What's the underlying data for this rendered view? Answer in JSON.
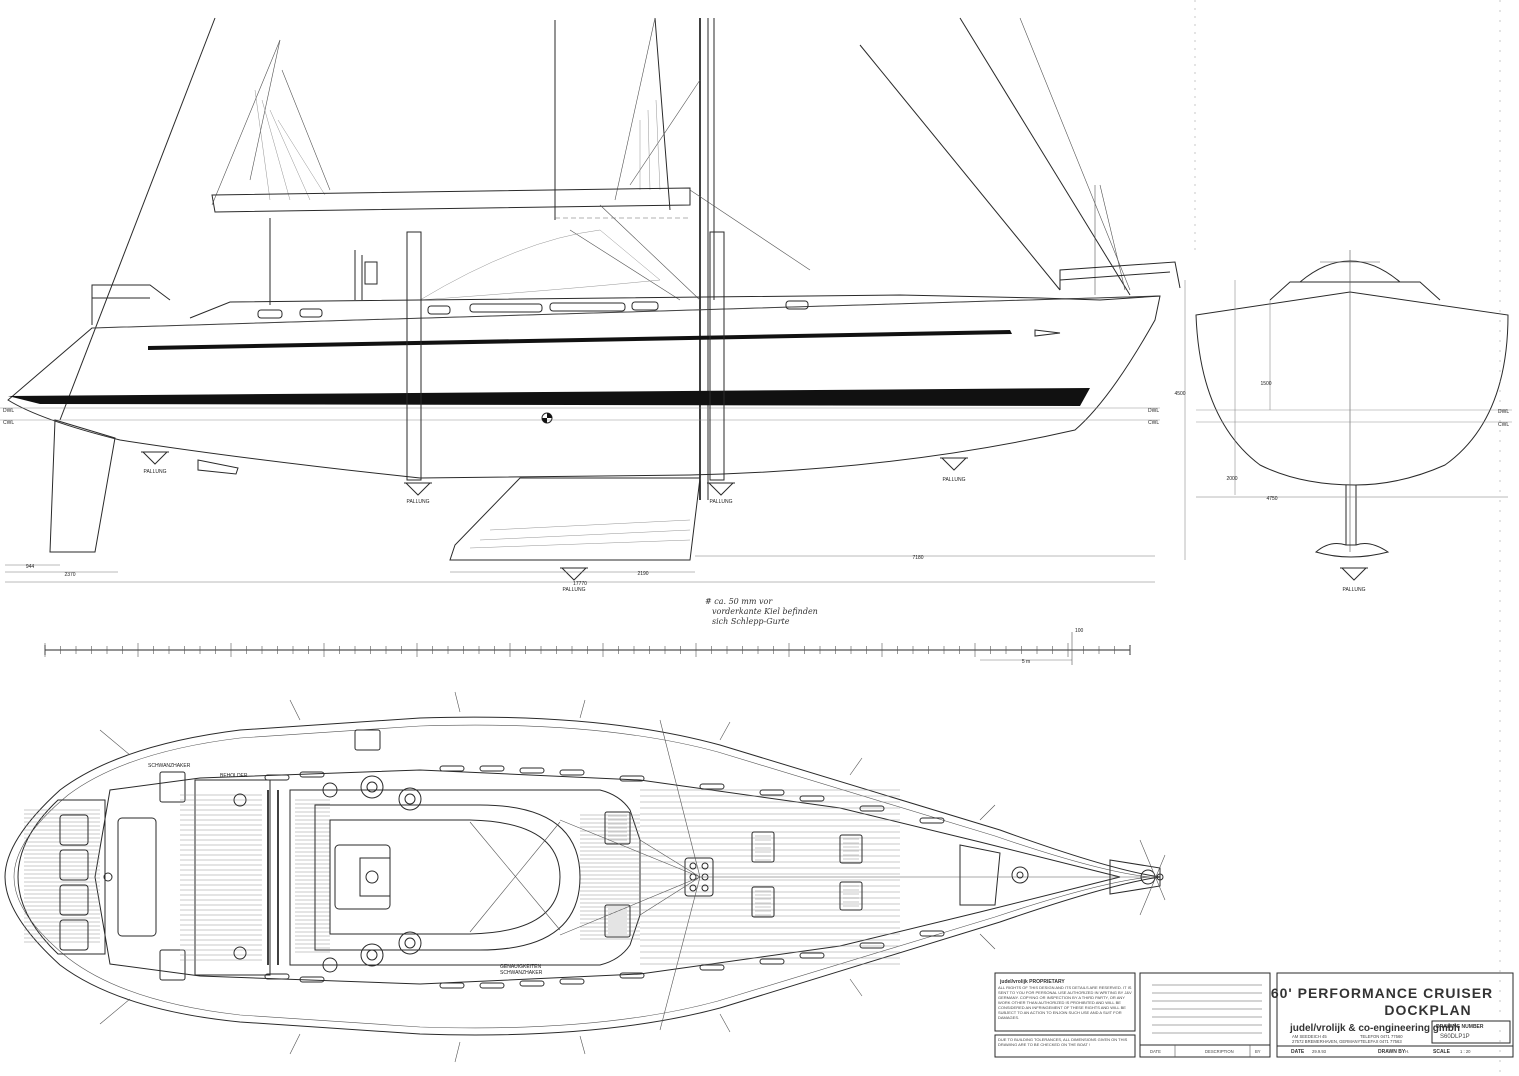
{
  "sheet": {
    "title_line1": "60' PERFORMANCE CRUISER",
    "title_line2": "DOCKPLAN",
    "company": "judel/vrolijk & co-engineering gmbh",
    "address": [
      "AM SEEDEICH 45",
      "27572 BREMERHAVEN, GERMANY"
    ],
    "phone": [
      "TELEFON 0471 77560",
      "TELEFAX 0471 77563"
    ],
    "drawing_number_label": "DRAWING NUMBER",
    "drawing_number": "S60DLP1P",
    "date_label": "DATE",
    "date": "29.9.93",
    "drawn_by_label": "DRAWN BY",
    "drawn_by": "H.",
    "scale_label": "SCALE",
    "scale": "1 : 20"
  },
  "proprietary": {
    "heading": "judel/vrolijk PROPRIETARY",
    "body": "ALL RIGHTS OF THIS DESIGN AND ITS DETAILS ARE RESERVED. IT IS SENT TO YOU FOR PERSONAL USE AUTHORIZED IN WRITING BY J&V GERMANY. COPYING OR INSPECTION BY A THIRD PARTY, OR ANY WORK OTHER THAN AUTHORIZED IS PROHIBITED AND WILL BE CONSIDERED AN INFRINGEMENT OF THESE RIGHTS AND WILL BE SUBJECT TO AN ACTION TO ENJOIN SUCH USE AND A SUIT FOR DAMAGES.",
    "tolerance_note": "DUE TO BUILDING TOLERANCES, ALL DIMENSIONS GIVEN ON THIS DRAWING ARE TO BE CHECKED ON THE BOAT !"
  },
  "revision_block": {
    "col_date": "DATE",
    "col_description": "DESCRIPTION",
    "col_by": "BY"
  },
  "labels": {
    "palling": "PALLUNG",
    "dwl": "DWL",
    "cwl": "CWL",
    "handwritten_note": [
      "# ca. 50 mm vor",
      "vorderkante Kiel befinden",
      "sich Schlepp-Gurte"
    ],
    "sling_note": [
      "GENAUIGKEITEN",
      "SCHWANZHAKER"
    ],
    "sling_note_top": "SCHWANZHAKER",
    "deck_note_top": "BEHOLDER"
  },
  "dimensions": {
    "overall_length": "17770",
    "keel_to_stern": "7180",
    "keel_length": "2190",
    "aft_section": "2370",
    "aft_small": "944",
    "beam": "4750",
    "height": "4500",
    "draft": "2000",
    "freeboard": "1500",
    "scale_bar": "5 m",
    "scale_unit": "100"
  },
  "colors": {
    "ink": "#2a2a2a",
    "paper": "#ffffff",
    "stripe": "#111111"
  }
}
